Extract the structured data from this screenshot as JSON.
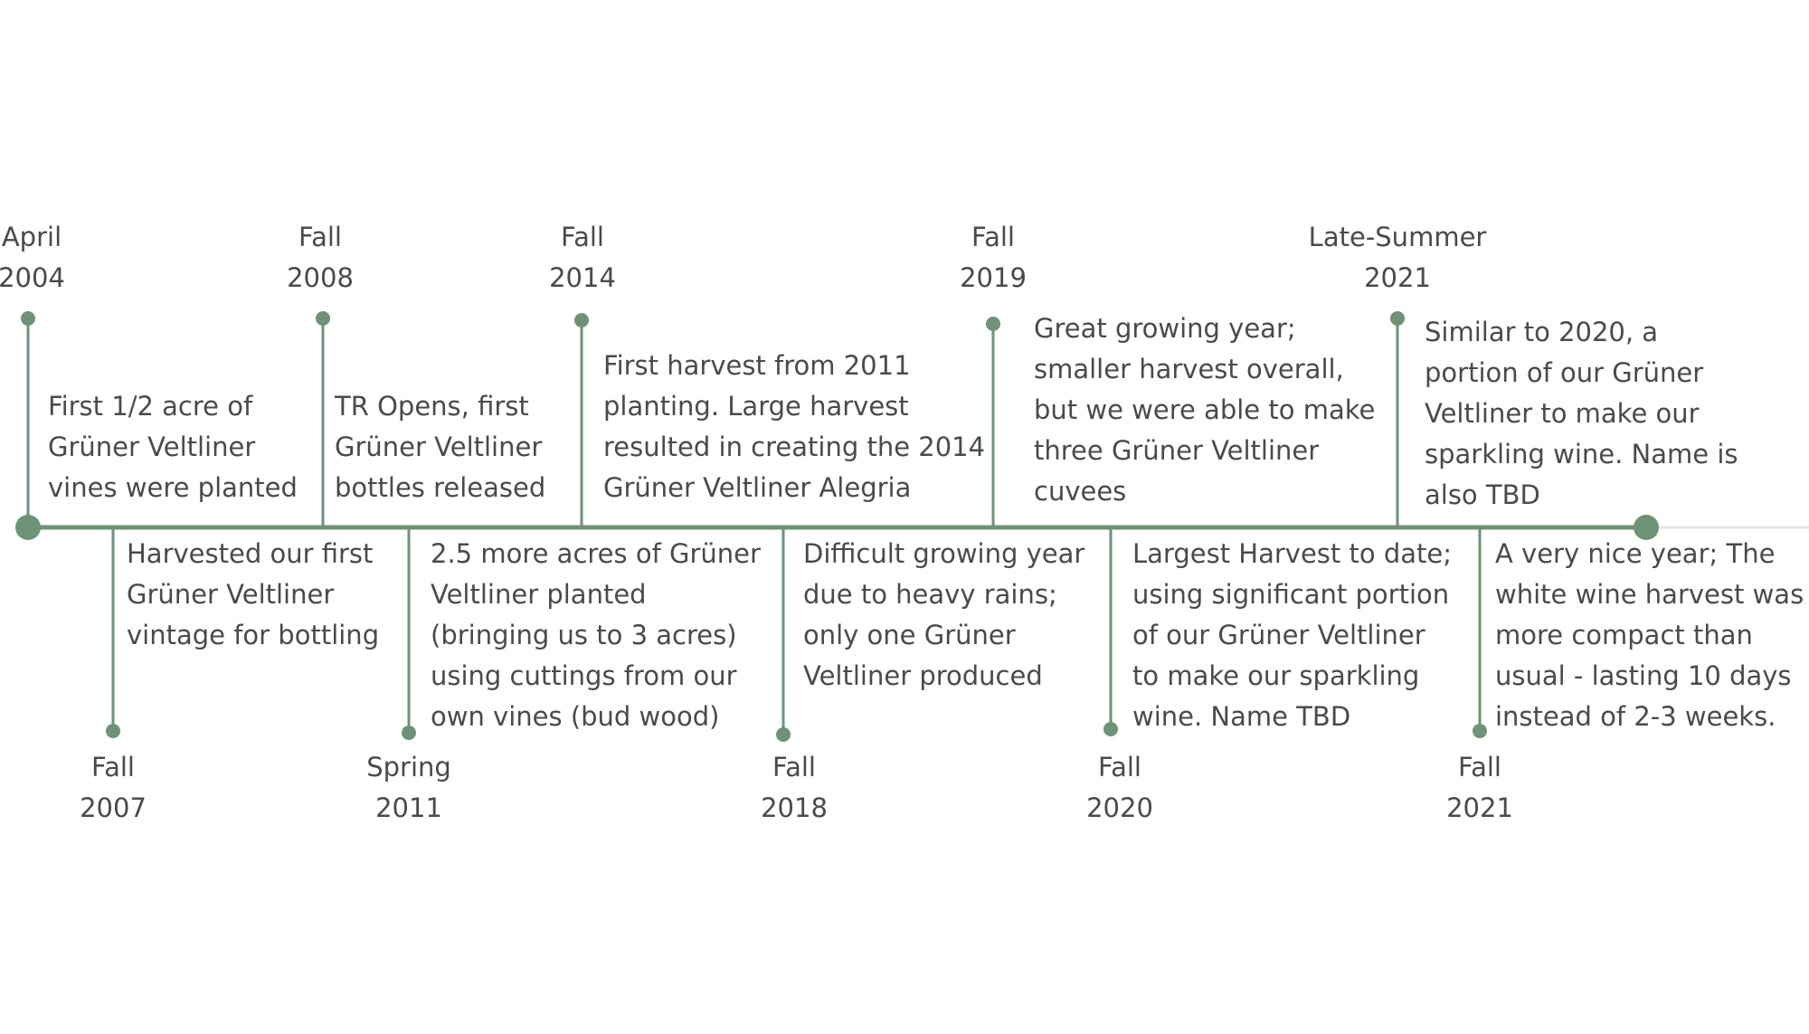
{
  "color_accent": "#6e9275",
  "color_text": "#4a4a4a",
  "events": [
    {
      "date": [
        "April",
        "2004"
      ],
      "description": [
        "First 1/2 acre of",
        "Grüner Veltliner",
        "vines were planted"
      ]
    },
    {
      "date": [
        "Fall",
        "2007"
      ],
      "description": [
        "Harvested our first",
        "Grüner Veltliner",
        "vintage for bottling"
      ]
    },
    {
      "date": [
        "Fall",
        "2008"
      ],
      "description": [
        "TR Opens, first",
        "Grüner Veltliner",
        "bottles released"
      ]
    },
    {
      "date": [
        "Spring",
        "2011"
      ],
      "description": [
        "2.5 more acres of Grüner",
        "Veltliner planted",
        "(bringing us to 3 acres)",
        "using cuttings from our",
        "own vines (bud wood)"
      ]
    },
    {
      "date": [
        "Fall",
        "2014"
      ],
      "description": [
        "First harvest from 2011",
        "planting. Large harvest",
        "resulted in creating the 2014",
        "Grüner Veltliner Alegria"
      ]
    },
    {
      "date": [
        "Fall",
        "2018"
      ],
      "description": [
        "Difficult growing year",
        "due to heavy rains;",
        "only one Grüner",
        "Veltliner produced"
      ]
    },
    {
      "date": [
        "Fall",
        "2019"
      ],
      "description": [
        "Great growing year;",
        "smaller harvest overall,",
        "but we were able to make",
        "three Grüner Veltliner",
        "cuvees"
      ]
    },
    {
      "date": [
        "Fall",
        "2020"
      ],
      "description": [
        "Largest Harvest to date;",
        "using significant portion",
        "of our Grüner Veltliner",
        "to make our sparkling",
        "wine. Name TBD"
      ]
    },
    {
      "date": [
        "Late-Summer",
        "2021"
      ],
      "description": [
        "Similar to 2020, a",
        "portion of our Grüner",
        "Veltliner to make our",
        "sparkling wine. Name is",
        "also TBD"
      ]
    },
    {
      "date": [
        "Fall",
        "2021"
      ],
      "description": [
        "A very nice year; The",
        "white wine harvest was",
        "more compact than",
        "usual - lasting 10 days",
        "instead of 2-3 weeks."
      ]
    }
  ]
}
